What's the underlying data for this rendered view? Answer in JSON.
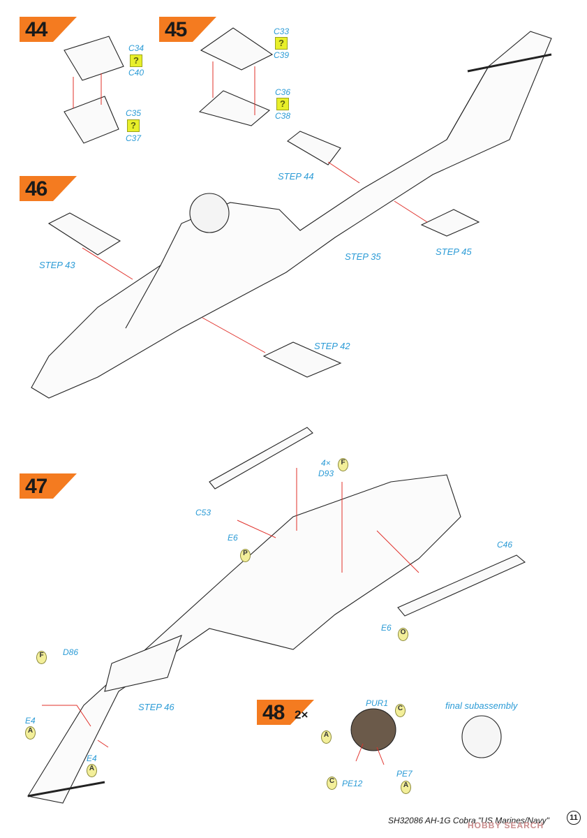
{
  "steps": {
    "s44": "44",
    "s45": "45",
    "s46": "46",
    "s47": "47",
    "s48": "48",
    "s48_mult": "2×"
  },
  "accent_color": "#f47b20",
  "label_color": "#2b9bd6",
  "parts": {
    "c34": "C34",
    "c40": "C40",
    "c35": "C35",
    "c37": "C37",
    "c33": "C33",
    "c39": "C39",
    "c36": "C36",
    "c38": "C38",
    "c53": "C53",
    "c46": "C46",
    "d93": "D93",
    "d93_qty": "4×",
    "e6_left": "E6",
    "e6_right": "E6",
    "d86": "D86",
    "e4_upper": "E4",
    "e4_lower": "E4",
    "pur1": "PUR1",
    "pe12": "PE12",
    "pe7": "PE7"
  },
  "refs": {
    "step44": "STEP 44",
    "step45": "STEP 45",
    "step43": "STEP 43",
    "step35": "STEP 35",
    "step42": "STEP 42",
    "step46": "STEP 46",
    "final": "final subassembly"
  },
  "sprue_letters": {
    "f1": "F",
    "p": "P",
    "o": "O",
    "f2": "F",
    "a1": "A",
    "a2": "A",
    "a3": "A",
    "c1": "C",
    "c2": "C",
    "a4": "A"
  },
  "unknown_mark": "?",
  "footer": {
    "code": "SH32086  AH-1G Cobra \"US Marines/Navy\"",
    "page": "11",
    "watermark": "HOBBY SEARCH"
  }
}
